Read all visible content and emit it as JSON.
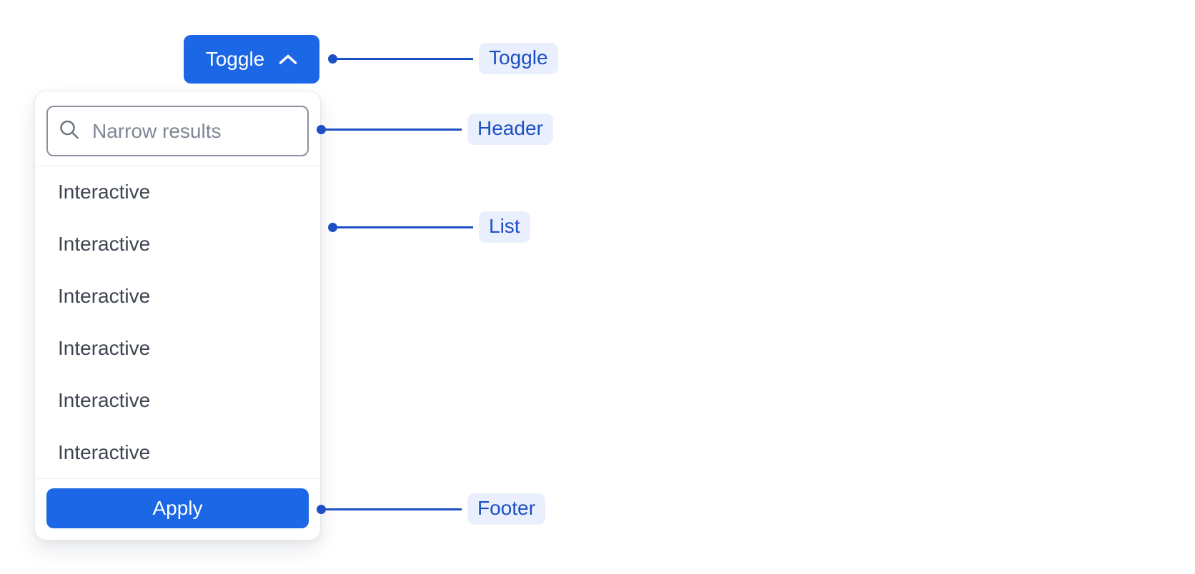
{
  "colors": {
    "button_blue": "#1B67E5",
    "annotation_blue": "#1D4FC4",
    "annotation_bg": "#E9EFFC",
    "item_text": "#3E4450",
    "input_border": "#8A909C",
    "panel_border": "#E7E8EC"
  },
  "toggle_button": {
    "label": "Toggle",
    "icon": "chevron-up-icon"
  },
  "dropdown": {
    "search": {
      "placeholder": "Narrow results",
      "icon": "search-icon",
      "value": ""
    },
    "list": {
      "items": [
        "Interactive",
        "Interactive",
        "Interactive",
        "Interactive",
        "Interactive",
        "Interactive"
      ]
    },
    "footer": {
      "apply_label": "Apply"
    }
  },
  "annotations": [
    {
      "label": "Toggle"
    },
    {
      "label": "Header"
    },
    {
      "label": "List"
    },
    {
      "label": "Footer"
    }
  ]
}
